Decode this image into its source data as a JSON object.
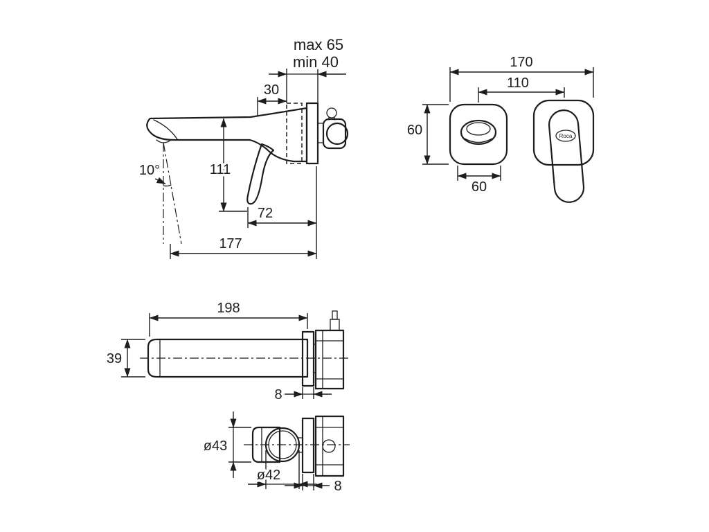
{
  "drawing": {
    "side_view": {
      "max_wall": "max 65",
      "min_wall": "min 40",
      "dim_30": "30",
      "dim_111": "111",
      "angle": "10°",
      "dim_72": "72",
      "dim_177": "177"
    },
    "front_view": {
      "dim_170": "170",
      "dim_110": "110",
      "dim_60_height": "60",
      "dim_60_width": "60",
      "brand": "Roca"
    },
    "plan_view": {
      "dim_198": "198",
      "dim_39": "39",
      "dim_8": "8"
    },
    "section_view": {
      "dia_43": "ø43",
      "dia_42": "ø42",
      "dim_8": "8"
    },
    "colors": {
      "line": "#1d1d1b",
      "background": "#ffffff"
    }
  }
}
